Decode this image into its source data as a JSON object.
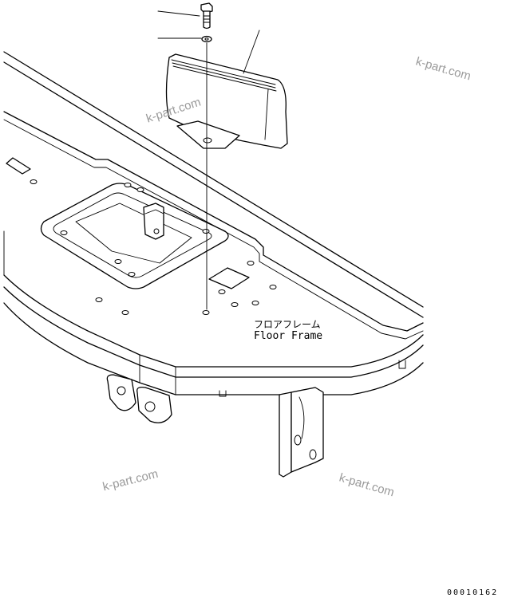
{
  "label": {
    "japanese": "フロアフレーム",
    "english": "Floor Frame"
  },
  "watermark": "k-part.com",
  "drawing_code": "00010162",
  "colors": {
    "line": "#000000",
    "watermark": "#9a9a9a",
    "background": "#ffffff"
  }
}
